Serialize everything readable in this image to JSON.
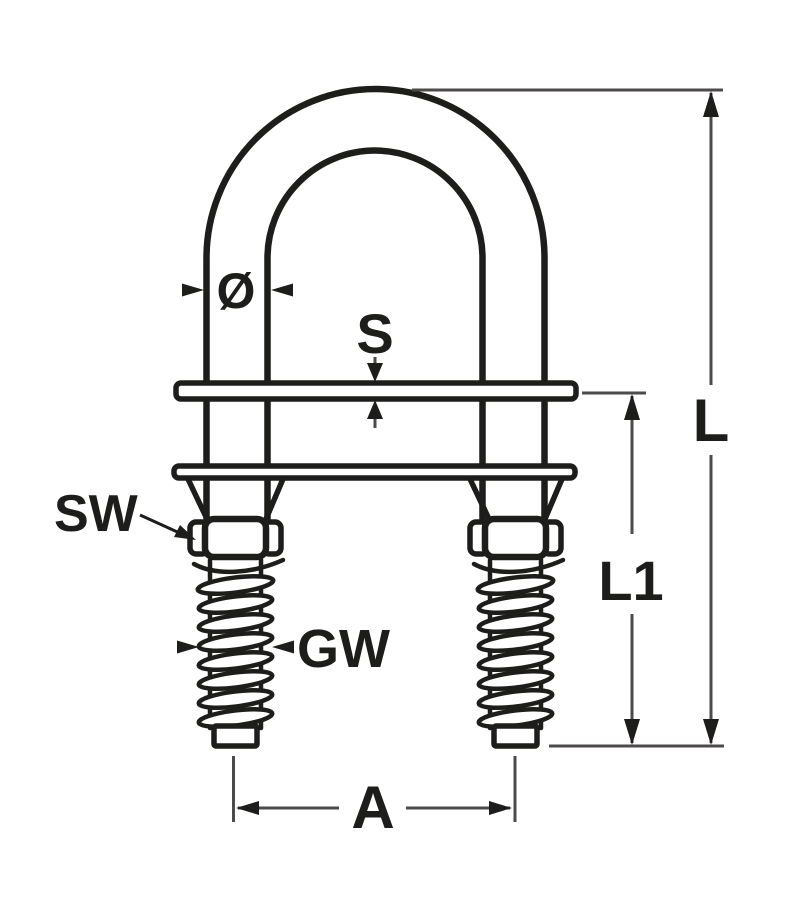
{
  "drawing": {
    "title": "U-bolt dimensional diagram",
    "labels": {
      "rod_diameter": "Ø",
      "plate_thickness": "S",
      "wrench_size": "SW",
      "thread_size": "GW",
      "leg_distance": "A",
      "overall_length": "L",
      "lower_length": "L1"
    },
    "colors": {
      "outline": "#1d1d1b",
      "dimension_line": "#4d4a4b",
      "label_text": "#1d1d1b",
      "background": "#ffffff"
    }
  }
}
